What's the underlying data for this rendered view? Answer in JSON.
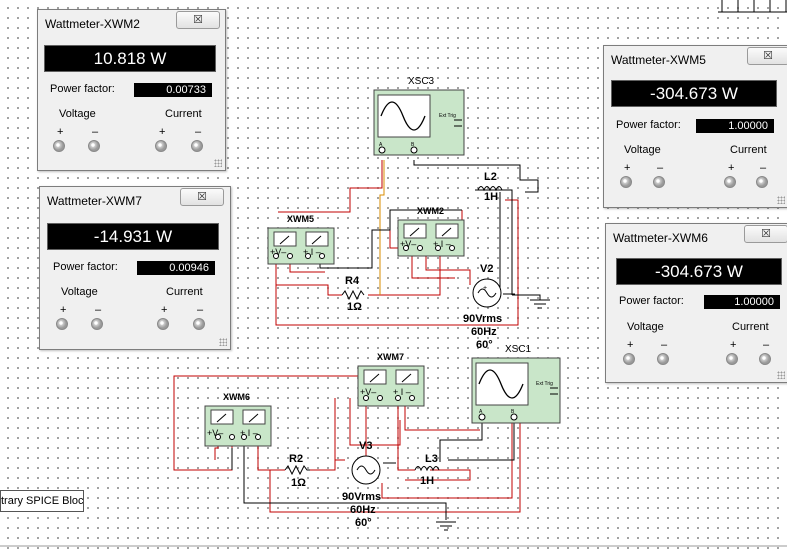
{
  "wattmeters": [
    {
      "id": "xwm2",
      "title": "Wattmeter-XWM2",
      "power": "10.818 W",
      "pf": "0.00733"
    },
    {
      "id": "xwm7",
      "title": "Wattmeter-XWM7",
      "power": "-14.931 W",
      "pf": "0.00946"
    },
    {
      "id": "xwm5",
      "title": "Wattmeter-XWM5",
      "power": "-304.673 W",
      "pf": "1.00000"
    },
    {
      "id": "xwm6",
      "title": "Wattmeter-XWM6",
      "power": "-304.673 W",
      "pf": "1.00000"
    }
  ],
  "panel_labels": {
    "power_factor": "Power factor:",
    "voltage": "Voltage",
    "current": "Current",
    "plus": "+",
    "minus": "–",
    "close": "☒"
  },
  "schematic": {
    "xsc3": "XSC3",
    "xsc1": "XSC1",
    "xwm5": "XWM5",
    "xwm2": "XWM2",
    "xwm7": "XWM7",
    "xwm6": "XWM6",
    "l2": "L2",
    "l2_value": "1H",
    "l3": "L3",
    "l3_value": "1H",
    "r4": "R4",
    "r4_value": "1Ω",
    "r2": "R2",
    "r2_value": "1Ω",
    "v2": "V2",
    "v2_vrms": "90Vrms",
    "v2_freq": "60Hz",
    "v2_phase": "60°",
    "v3": "V3",
    "v3_vrms": "90Vrms",
    "v3_freq": "60Hz",
    "v3_phase": "60°",
    "ext_trig": "Ext Trig",
    "scope_a": "A",
    "scope_b": "B",
    "meter_v": "+V–",
    "meter_i": "+ I –"
  },
  "spice_block": "trary SPICE Block"
}
